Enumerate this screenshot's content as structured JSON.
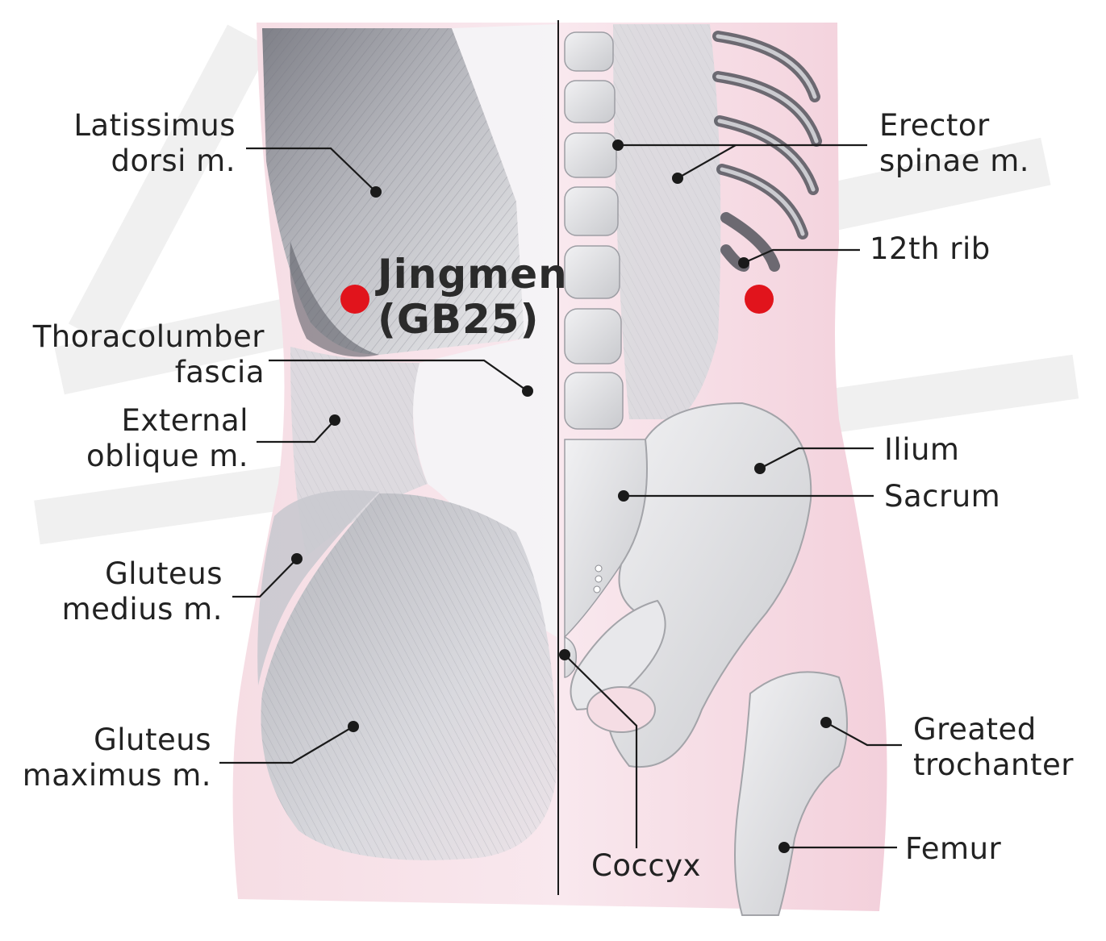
{
  "acupoint": {
    "name": "Jingmen",
    "code": "(GB25)",
    "marker_color": "#e1141c"
  },
  "labels": {
    "latissimus": [
      "Latissimus",
      "dorsi m."
    ],
    "thoracolumbar": [
      "Thoracolumber",
      "fascia"
    ],
    "external_oblique": [
      "External",
      "oblique m."
    ],
    "gluteus_medius": [
      "Gluteus",
      "medius m."
    ],
    "gluteus_maximus": [
      "Gluteus",
      "maximus m."
    ],
    "erector_spinae": [
      "Erector",
      "spinae m."
    ],
    "rib12": [
      "12th rib"
    ],
    "ilium": [
      "Ilium"
    ],
    "sacrum": [
      "Sacrum"
    ],
    "greater_trochanter": [
      "Greated",
      "trochanter"
    ],
    "femur": [
      "Femur"
    ],
    "coccyx": [
      "Coccyx"
    ]
  },
  "colors": {
    "leader_line": "#1a1a1a",
    "skin_pink": "#f3d3dc",
    "muscle_gray": "#a9a9ae",
    "bone": "#dedfe2",
    "marker": "#e1141c"
  }
}
